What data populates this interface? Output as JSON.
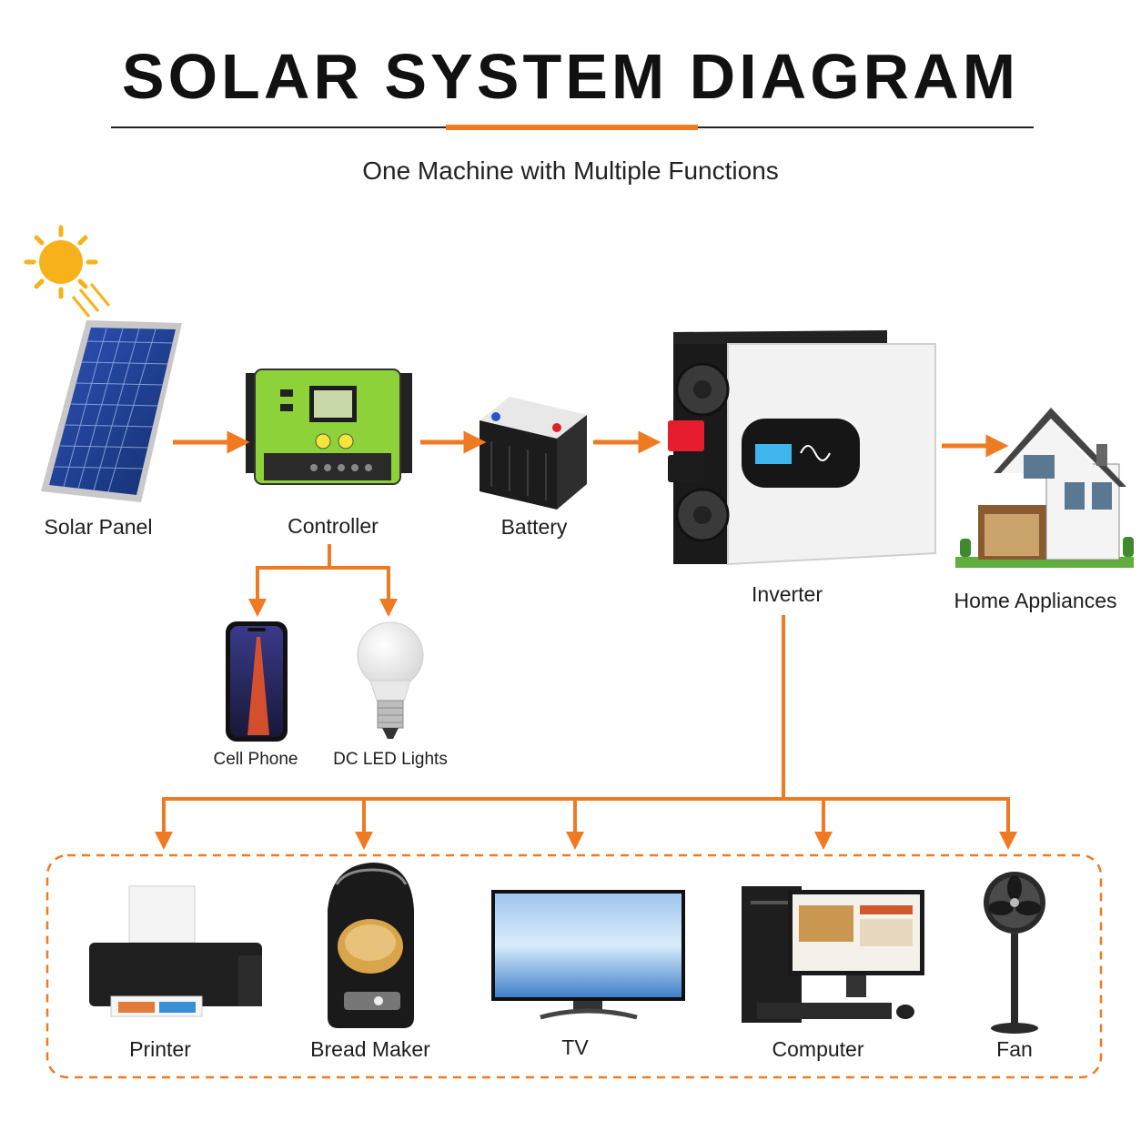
{
  "title": "SOLAR SYSTEM DIAGRAM",
  "subtitle": "One Machine with Multiple Functions",
  "colors": {
    "accent": "#f07a22",
    "rule": "#222222",
    "panel_blue": "#1f3f94",
    "controller_green": "#8ed23a",
    "inverter_body": "#f2f2f2"
  },
  "components": {
    "solar_panel": "Solar Panel",
    "controller": "Controller",
    "battery": "Battery",
    "inverter": "Inverter",
    "home": "Home Appliances"
  },
  "dc_loads": {
    "phone": "Cell Phone",
    "bulb": "DC LED Lights"
  },
  "ac_loads": {
    "printer": "Printer",
    "bread_maker": "Bread Maker",
    "tv": "TV",
    "computer": "Computer",
    "fan": "Fan"
  },
  "icons": [
    "sun-icon",
    "solar-panel-icon",
    "controller-icon",
    "battery-icon",
    "inverter-icon",
    "house-icon",
    "phone-icon",
    "bulb-icon",
    "printer-icon",
    "bread-maker-icon",
    "tv-icon",
    "computer-icon",
    "fan-icon"
  ]
}
